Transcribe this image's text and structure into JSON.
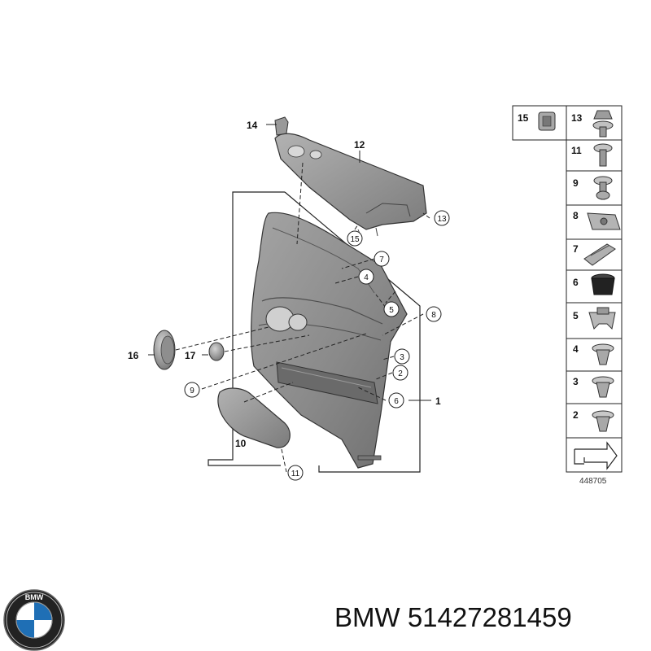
{
  "diagram": {
    "callouts": {
      "c1": "1",
      "c2": "2",
      "c3": "3",
      "c4": "4",
      "c5": "5",
      "c6": "6",
      "c7": "7",
      "c8": "8",
      "c9": "9",
      "c10": "10",
      "c11": "11",
      "c12": "12",
      "c13": "13",
      "c14": "14",
      "c15": "15",
      "c16": "16",
      "c17": "17"
    },
    "parts_table": {
      "rows": [
        "15",
        "13",
        "11",
        "9",
        "8",
        "7",
        "6",
        "5",
        "4",
        "3",
        "2"
      ],
      "reference": "448705"
    }
  },
  "brand": {
    "logo_letters": "BMW",
    "caption": "BMW 51427281459"
  },
  "colors": {
    "part_fill": "#8a8a8a",
    "part_dark": "#5e5e5e",
    "line": "#222222",
    "logo_blue": "#1f6fb5"
  }
}
